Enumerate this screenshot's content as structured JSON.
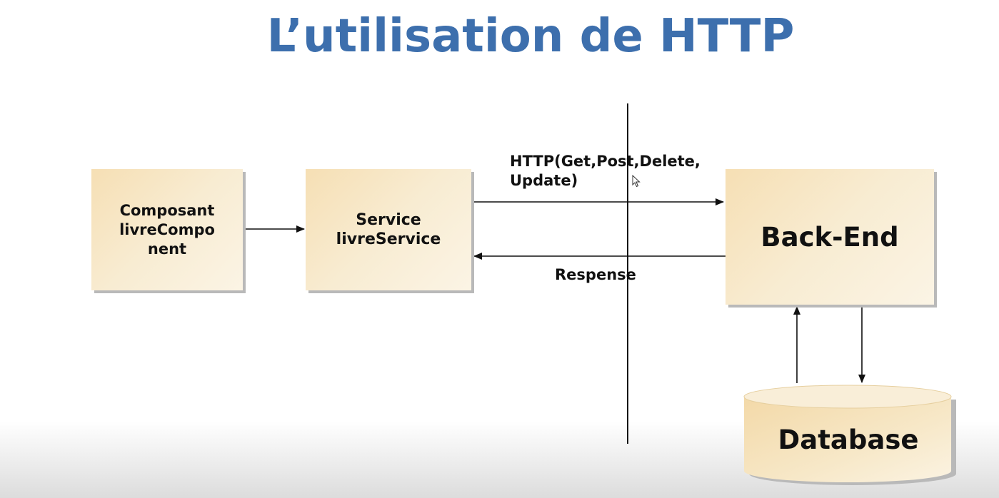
{
  "title": "L’utilisation de HTTP",
  "diagram": {
    "nodes": {
      "composant": "Composant\nlivreCompo\nnent",
      "service": "Service\nlivreService",
      "backend": "Back-End",
      "database": "Database"
    },
    "edges": {
      "request_label": "HTTP(Get,Post,Delete,\nUpdate)",
      "response_label": "Respense"
    }
  },
  "icons": {
    "cursor": "mouse-pointer-icon"
  },
  "colors": {
    "title": "#3d6fad",
    "box_fill": "#f8ecd2",
    "box_shadow": "#b9b9b9"
  }
}
